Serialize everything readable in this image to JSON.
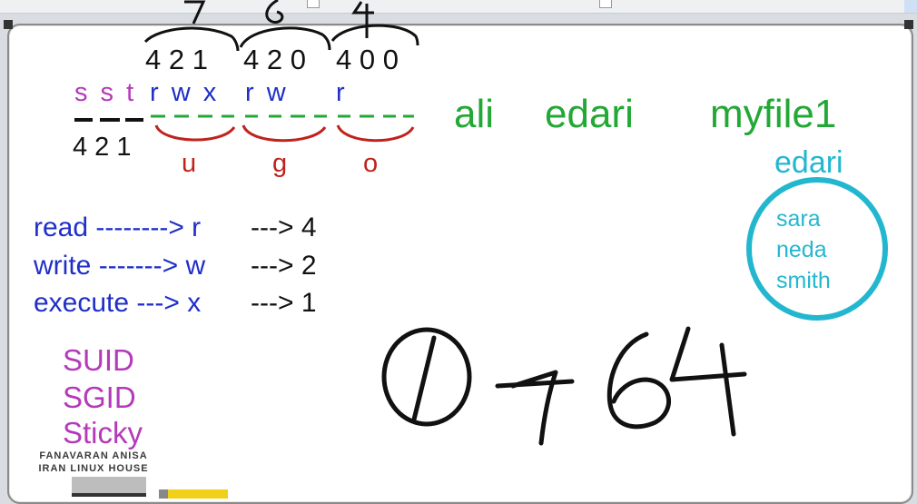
{
  "window": {
    "accent": "#23b7cf",
    "colors": {
      "purple": "#b43ab9",
      "blue": "#1f2fc8",
      "green": "#22a834",
      "red": "#c0221c",
      "cyan": "#23b7cf"
    }
  },
  "board": {
    "top_digits": [
      "4 2 1",
      "4 2 0",
      "4 0 0"
    ],
    "handwritten_top": [
      "7",
      "6",
      "4"
    ],
    "perm_letters": {
      "special": "s s t",
      "user": "r  w x",
      "group": "r w",
      "other": "r"
    },
    "special_bits": "4 2 1",
    "classes": [
      "u",
      "g",
      "o"
    ],
    "file_line": {
      "owner": "ali",
      "group": "edari",
      "file": "myfile1"
    },
    "group_label": "edari",
    "group_members": [
      "sara",
      "neda",
      "smith"
    ],
    "legend": [
      {
        "name": "read",
        "arrow": "--------> r",
        "value": "---> 4"
      },
      {
        "name": "write",
        "arrow": "-------> w",
        "value": "---> 2"
      },
      {
        "name": "execute",
        "arrow": "---> x",
        "value": "---> 1"
      }
    ],
    "special_names": [
      "SUID",
      "SGID",
      "Sticky"
    ],
    "logo": [
      "FANAVARAN ANISA",
      "IRAN LINUX HOUSE"
    ],
    "handwritten_mode": "0764"
  },
  "icons": [
    "pen-tray-icon",
    "highlighter-icon"
  ]
}
